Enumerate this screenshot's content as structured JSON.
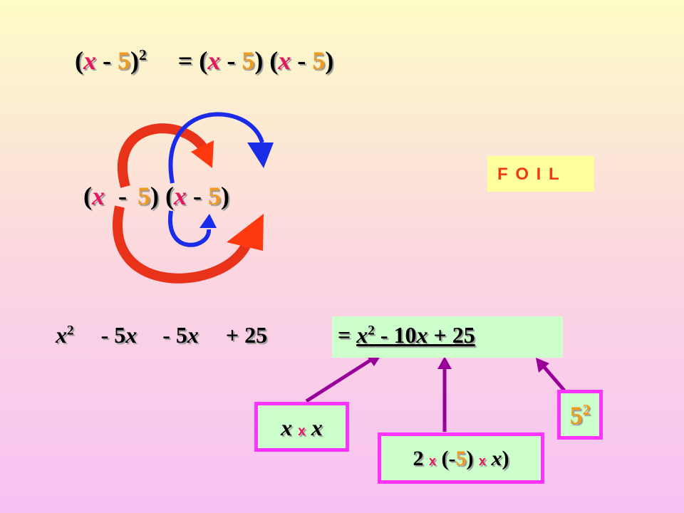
{
  "slide": {
    "line1": {
      "lhs_open": "(",
      "lhs_x": "x",
      "lhs_minus": " - ",
      "lhs_5": "5",
      "lhs_close": ")",
      "lhs_exp": "2",
      "equals": "= (",
      "r1_x": "x",
      "r1_minus": " - ",
      "r1_5": "5",
      "mid": ") (",
      "r2_x": "x",
      "r2_minus": " - ",
      "r2_5": "5",
      "r2_close": ")"
    },
    "foil_expr": {
      "open": "(",
      "x1": "x",
      "minus1": " - ",
      "five1": "5",
      "mid": ") (",
      "x2": "x",
      "minus2": " - ",
      "five2": "5",
      "close": ")"
    },
    "foil_label": "F O I L",
    "expansion": {
      "t1_base": "x",
      "t1_exp": "2",
      "t2": "- 5",
      "t2_var": "x",
      "t3": "- 5",
      "t3_var": "x",
      "t4": "+ 25"
    },
    "result": {
      "eq": "= ",
      "base": "x",
      "exp": "2",
      "mid": " - 10",
      "var": "x",
      "tail": " + 25"
    },
    "box_xx": {
      "a": "x",
      "op": "x",
      "b": "x"
    },
    "box_2": {
      "two": "2 ",
      "op1": "x",
      "open": " (-",
      "five": "5",
      "close": ") ",
      "op2": "x",
      "tail_open": " ",
      "var": "x",
      "tail_close": ")"
    },
    "box_52": {
      "base": "5",
      "exp": "2"
    }
  },
  "colors": {
    "variable": "#e8135f",
    "five": "#f19a1c",
    "arrow_red": "#e8321a",
    "arrow_blue": "#1a2ce8",
    "pointer_purple": "#990099",
    "box_border": "#ff33ff",
    "box_fill": "#ccffcc",
    "foil_fill": "#ffff9c",
    "foil_text": "#f03a13"
  }
}
